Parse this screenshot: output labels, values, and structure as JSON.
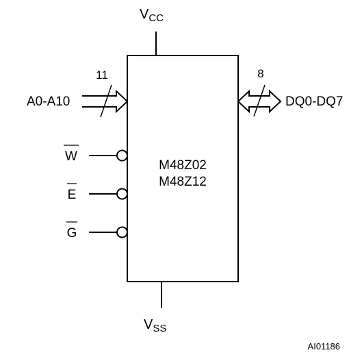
{
  "chip": {
    "name_line1": "M48Z02",
    "name_line2": "M48Z12"
  },
  "power": {
    "vcc_main": "V",
    "vcc_sub": "CC",
    "vss_main": "V",
    "vss_sub": "SS"
  },
  "address_bus": {
    "label": "A0-A10",
    "width": "11"
  },
  "data_bus": {
    "label": "DQ0-DQ7",
    "width": "8"
  },
  "control_pins": {
    "write": "W",
    "enable": "E",
    "output": "G"
  },
  "figure_ref": "AI01186",
  "colors": {
    "line": "#000000",
    "background": "#ffffff"
  }
}
